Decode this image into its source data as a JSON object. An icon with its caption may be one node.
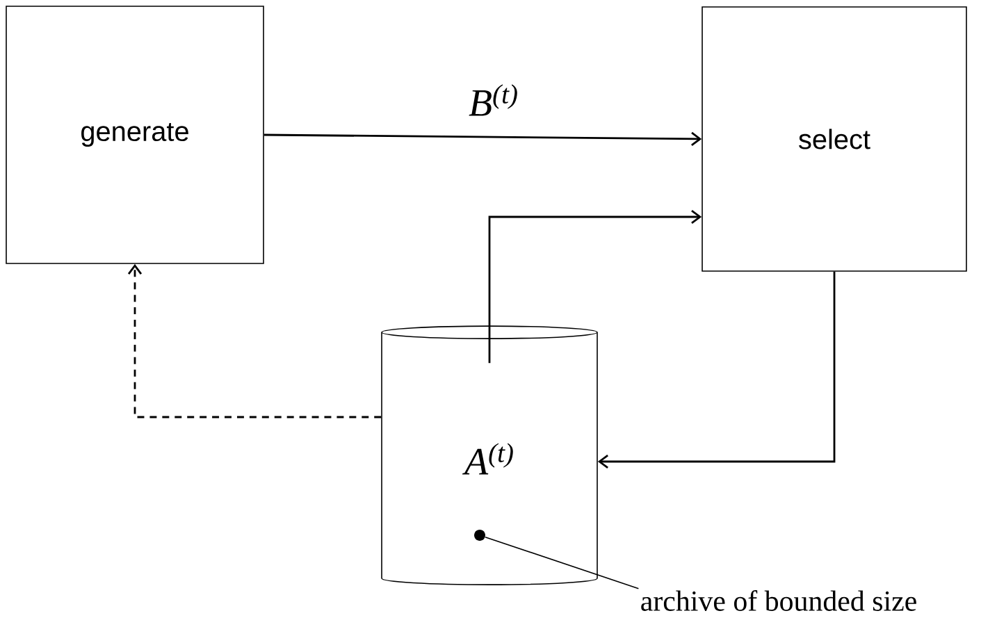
{
  "diagram": {
    "nodes": [
      {
        "text": [
          "generate"
        ]
      },
      {
        "text": [
          "select"
        ]
      },
      {
        "text": [
          "A$^{(t)}$"
        ]
      },
      {
        "text": [
          "archive of bounded size"
        ]
      },
      {
        "text": [],
        "shape": "circle",
        "in": 2
      }
    ],
    "edges": [
      {
        "from": 0,
        "to": 1,
        "arrow": "to",
        "label": "B$^{(t)}$"
      },
      {
        "from": 2,
        "to": 1,
        "arrow": "to"
      },
      {
        "from": 1,
        "to": 2,
        "arrow": "to"
      },
      {
        "from": 2,
        "to": 0,
        "arrow": "to",
        "style": "dashed"
      },
      {
        "from": 3,
        "to": 4,
        "arrow": "none"
      }
    ]
  }
}
